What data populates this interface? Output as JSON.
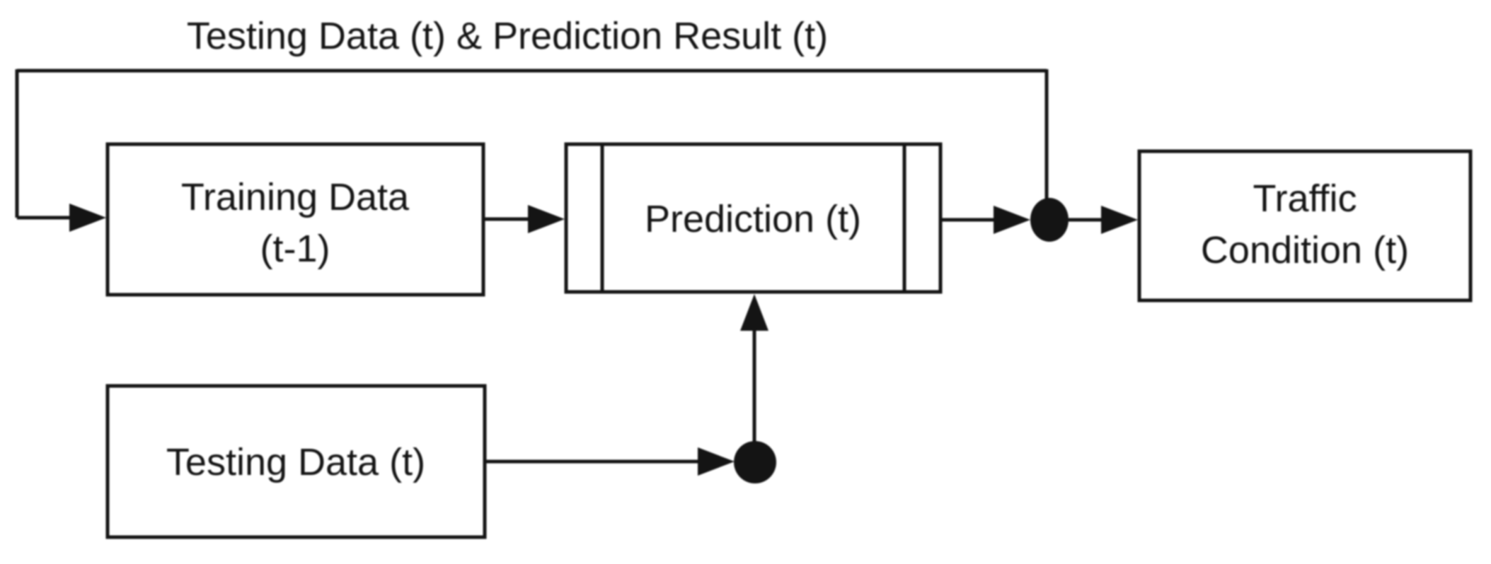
{
  "diagram": {
    "feedback_label": "Testing Data (t) & Prediction Result (t)",
    "nodes": {
      "training_data": {
        "line1": "Training Data",
        "line2": "(t-1)"
      },
      "prediction": {
        "label": "Prediction (t)"
      },
      "traffic_condition": {
        "line1": "Traffic",
        "line2": "Condition (t)"
      },
      "testing_data": {
        "label": "Testing Data (t)"
      }
    },
    "colors": {
      "stroke": "#141414",
      "text": "#141414",
      "background": "#ffffff"
    }
  }
}
